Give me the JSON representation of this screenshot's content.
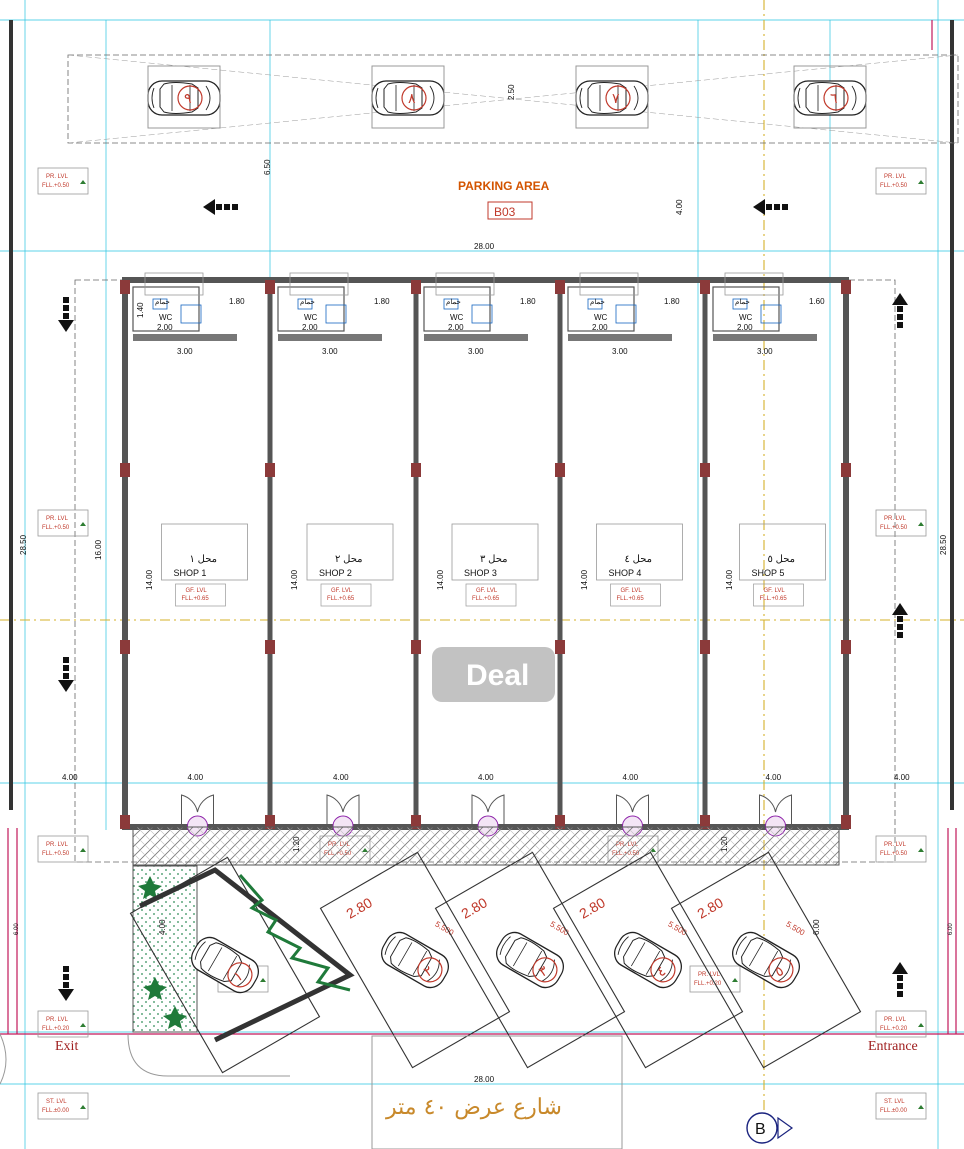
{
  "parking_area": {
    "title": "PARKING AREA",
    "code": "B03"
  },
  "top_parking_numbers": [
    "٩",
    "٨",
    "٧",
    "٦"
  ],
  "top_dims": {
    "stall_height": "2.50",
    "upper_depth": "6.50",
    "aisle": "4.00",
    "overall_width": "28.00"
  },
  "side_dims": {
    "overall_depth": "28.50",
    "shop_depth": "16.00",
    "front": "4.00",
    "lower_left": "4.00",
    "lower_right": "4.00"
  },
  "levels": {
    "pr_label": "PR. LVL",
    "pr_top": "FLL.+0.50",
    "pr_bottom": "FLL.+0.20",
    "gf_label": "GF. LVL",
    "gf_value": "FLL.+0.65",
    "st_label": "ST. LVL",
    "st_value": "FLL.±0.00"
  },
  "shops": [
    {
      "arabic": "محل ١",
      "name": "SHOP  1",
      "width": "4.00",
      "wc_width": "2.00",
      "wc_label": "WC",
      "toilet_arabic": "حمام",
      "depth": "14.00",
      "top_dim": "3.00",
      "side_dim": "1.80"
    },
    {
      "arabic": "محل ٢",
      "name": "SHOP  2",
      "width": "4.00",
      "wc_width": "2.00",
      "wc_label": "WC",
      "toilet_arabic": "حمام",
      "depth": "14.00",
      "top_dim": "3.00",
      "side_dim": "1.80"
    },
    {
      "arabic": "محل ٣",
      "name": "SHOP  3",
      "width": "4.00",
      "wc_width": "2.00",
      "wc_label": "WC",
      "toilet_arabic": "حمام",
      "depth": "14.00",
      "top_dim": "3.00",
      "side_dim": "1.80"
    },
    {
      "arabic": "محل ٤",
      "name": "SHOP  4",
      "width": "4.00",
      "wc_width": "2.00",
      "wc_label": "WC",
      "toilet_arabic": "حمام",
      "depth": "14.00",
      "top_dim": "3.00",
      "side_dim": "1.80"
    },
    {
      "arabic": "محل ٥",
      "name": "SHOP  5",
      "width": "4.00",
      "wc_width": "2.00",
      "wc_label": "WC",
      "toilet_arabic": "حمام",
      "depth": "14.00",
      "top_dim": "3.00",
      "side_dim": "1.60"
    }
  ],
  "wc_depth": "1.40",
  "sidewalk_depth": "1.20",
  "front_parking": {
    "stall_width": "2.80",
    "stall_length": "5.500",
    "side_depth": "6.00",
    "numbers": [
      "١",
      "٢",
      "٣",
      "٤",
      "٥"
    ]
  },
  "landscape_dim": "4.00",
  "exit_label": "Exit",
  "entrance_label": "Entrance",
  "street_label": "شارع عرض ٤٠ متر",
  "street_width": "28.00",
  "grid_tag": "B",
  "watermark": "Deal",
  "colors": {
    "structure": "#555555",
    "column": "#8b3a3a",
    "grid_cyan": "#00bcd4",
    "axis_yellow": "#d4b12a",
    "boundary_red": "#c2185b",
    "annotation": "#c0392b",
    "street": "#c8892b"
  }
}
